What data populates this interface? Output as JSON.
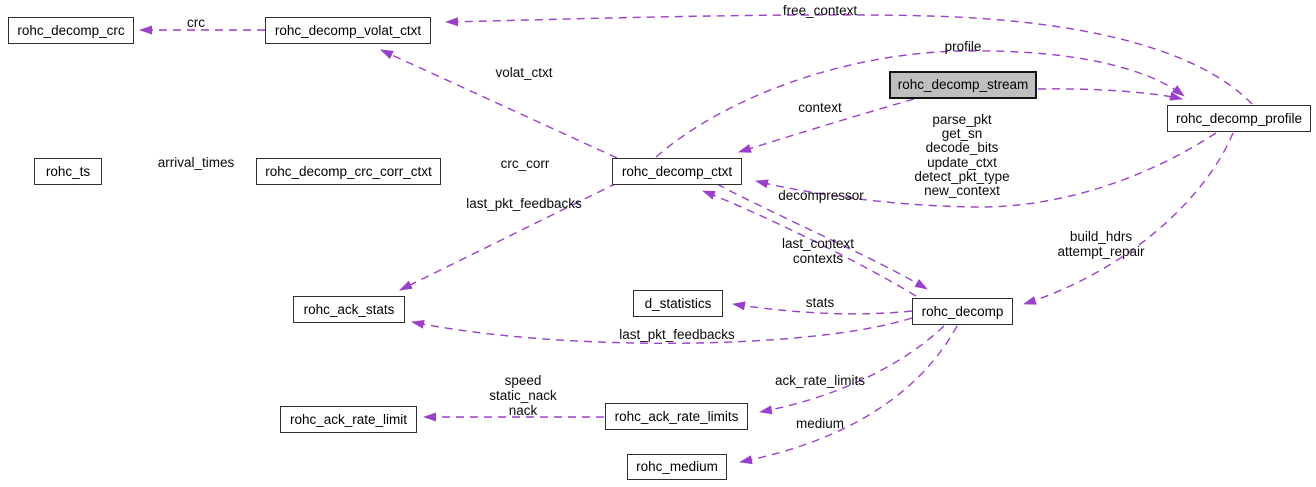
{
  "diagram": {
    "type": "doxygen-collaboration-graph",
    "highlighted_node": "rohc_decomp_stream",
    "colors": {
      "edge": "#9a3fce",
      "node_fill": "#ffffff",
      "node_border": "#2f2f2f",
      "highlight_fill": "#bfbfbf",
      "text": "#000000"
    },
    "nodes": {
      "rohc_decomp_crc": "rohc_decomp_crc",
      "rohc_decomp_volat_ctxt": "rohc_decomp_volat_ctxt",
      "rohc_ts": "rohc_ts",
      "rohc_decomp_crc_corr_ctxt": "rohc_decomp_crc_corr_ctxt",
      "rohc_decomp_ctxt": "rohc_decomp_ctxt",
      "rohc_decomp_stream": "rohc_decomp_stream",
      "rohc_decomp_profile": "rohc_decomp_profile",
      "rohc_ack_stats": "rohc_ack_stats",
      "d_statistics": "d_statistics",
      "rohc_decomp": "rohc_decomp",
      "rohc_ack_rate_limit": "rohc_ack_rate_limit",
      "rohc_ack_rate_limits": "rohc_ack_rate_limits",
      "rohc_medium": "rohc_medium"
    },
    "edge_labels": {
      "crc": "crc",
      "free_context": "free_context",
      "volat_ctxt": "volat_ctxt",
      "context": "context",
      "profile": "profile",
      "arrival_times": "arrival_times",
      "crc_corr": "crc_corr",
      "last_pkt_feedbacks_upper": "last_pkt_feedbacks",
      "last_pkt_feedbacks_lower": "last_pkt_feedbacks",
      "decompressor": "decompressor",
      "stats": "stats",
      "ack_rate_limits": "ack_rate_limits",
      "medium": "medium",
      "profile_functions": [
        "parse_pkt",
        "get_sn",
        "decode_bits",
        "update_ctxt",
        "detect_pkt_type",
        "new_context"
      ],
      "profile_to_decomp": [
        "build_hdrs",
        "attempt_repair"
      ],
      "decomp_to_ctxt": [
        "last_context",
        "contexts"
      ],
      "rate_limit_members": [
        "speed",
        "static_nack",
        "nack"
      ]
    }
  }
}
